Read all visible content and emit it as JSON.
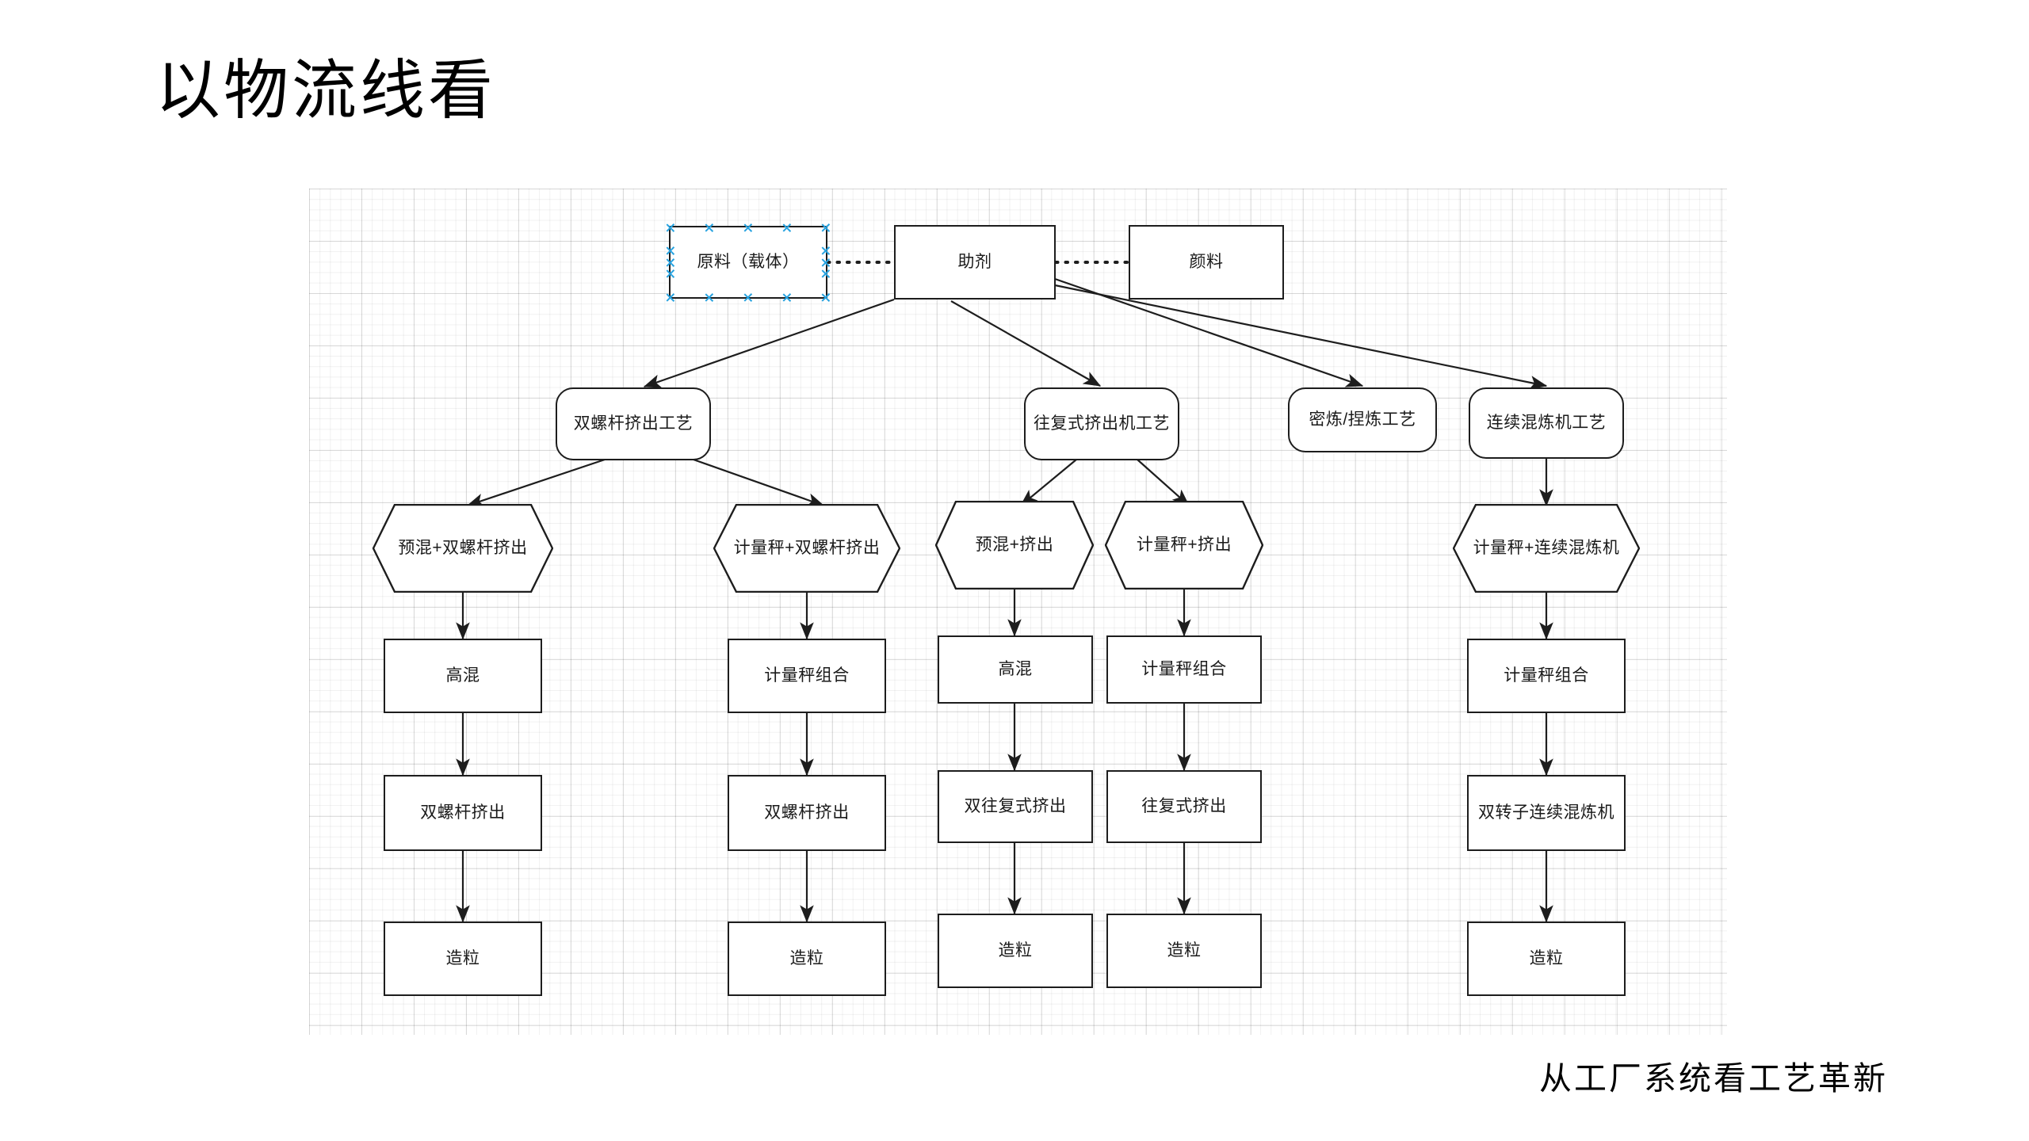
{
  "slide": {
    "title": "以物流线看",
    "footer": "从工厂系统看工艺革新"
  },
  "canvas": {
    "grid": true,
    "grid_minor_color": "#f2f2f2",
    "grid_major_color": "#e2e2e2",
    "background": "#ffffff"
  },
  "theme": {
    "stroke": "#1d1d1d",
    "fill": "#ffffff",
    "text": "#1a1a1a",
    "selection": "#29a3e0"
  },
  "nodes": {
    "raw_material": {
      "label": "原料（载体）",
      "shape": "rect",
      "selected": true
    },
    "additive": {
      "label": "助剂",
      "shape": "rect",
      "selected": false
    },
    "pigment": {
      "label": "颜料",
      "shape": "rect",
      "selected": false
    },
    "proc_twin_screw": {
      "label": "双螺杆挤出工艺",
      "shape": "rounded"
    },
    "proc_recip": {
      "label": "往复式挤出机工艺",
      "shape": "rounded"
    },
    "proc_banbury": {
      "label": "密炼/捏炼工艺",
      "shape": "rounded"
    },
    "proc_continuous": {
      "label": "连续混炼机工艺",
      "shape": "rounded"
    },
    "hex_premix_twin": {
      "label": "预混+双螺杆挤出",
      "shape": "hexagon"
    },
    "hex_scale_twin": {
      "label": "计量秤+双螺杆挤出",
      "shape": "hexagon"
    },
    "hex_premix_extrude": {
      "label": "预混+挤出",
      "shape": "hexagon"
    },
    "hex_scale_extrude": {
      "label": "计量秤+挤出",
      "shape": "hexagon"
    },
    "hex_scale_continuous": {
      "label": "计量秤+连续混炼机",
      "shape": "hexagon"
    },
    "mix_a": {
      "label": "高混",
      "shape": "rect"
    },
    "mix_b": {
      "label": "计量秤组合",
      "shape": "rect"
    },
    "mix_c": {
      "label": "高混",
      "shape": "rect"
    },
    "mix_d": {
      "label": "计量秤组合",
      "shape": "rect"
    },
    "mix_e": {
      "label": "计量秤组合",
      "shape": "rect"
    },
    "eq_a": {
      "label": "双螺杆挤出",
      "shape": "rect"
    },
    "eq_b": {
      "label": "双螺杆挤出",
      "shape": "rect"
    },
    "eq_c": {
      "label": "双往复式挤出",
      "shape": "rect"
    },
    "eq_d": {
      "label": "往复式挤出",
      "shape": "rect"
    },
    "eq_e": {
      "label": "双转子连续混炼机",
      "shape": "rect"
    },
    "pellet_a": {
      "label": "造粒",
      "shape": "rect"
    },
    "pellet_b": {
      "label": "造粒",
      "shape": "rect"
    },
    "pellet_c": {
      "label": "造粒",
      "shape": "rect"
    },
    "pellet_d": {
      "label": "造粒",
      "shape": "rect"
    },
    "pellet_e": {
      "label": "造粒",
      "shape": "rect"
    }
  },
  "edges": [
    {
      "from": "raw_material",
      "to": "additive",
      "style": "dotted",
      "arrow": false
    },
    {
      "from": "additive",
      "to": "pigment",
      "style": "dotted",
      "arrow": false
    },
    {
      "from": "additive",
      "to": "proc_twin_screw",
      "style": "solid",
      "arrow": true
    },
    {
      "from": "additive",
      "to": "proc_recip",
      "style": "solid",
      "arrow": true
    },
    {
      "from": "additive",
      "to": "proc_banbury",
      "style": "solid",
      "arrow": true
    },
    {
      "from": "additive",
      "to": "proc_continuous",
      "style": "solid",
      "arrow": true
    },
    {
      "from": "proc_twin_screw",
      "to": "hex_premix_twin",
      "style": "solid",
      "arrow": true
    },
    {
      "from": "proc_twin_screw",
      "to": "hex_scale_twin",
      "style": "solid",
      "arrow": true
    },
    {
      "from": "proc_recip",
      "to": "hex_premix_extrude",
      "style": "solid",
      "arrow": true
    },
    {
      "from": "proc_recip",
      "to": "hex_scale_extrude",
      "style": "solid",
      "arrow": true
    },
    {
      "from": "proc_continuous",
      "to": "hex_scale_continuous",
      "style": "solid",
      "arrow": true
    },
    {
      "from": "hex_premix_twin",
      "to": "mix_a",
      "style": "solid",
      "arrow": true
    },
    {
      "from": "hex_scale_twin",
      "to": "mix_b",
      "style": "solid",
      "arrow": true
    },
    {
      "from": "hex_premix_extrude",
      "to": "mix_c",
      "style": "solid",
      "arrow": true
    },
    {
      "from": "hex_scale_extrude",
      "to": "mix_d",
      "style": "solid",
      "arrow": true
    },
    {
      "from": "hex_scale_continuous",
      "to": "mix_e",
      "style": "solid",
      "arrow": true
    },
    {
      "from": "mix_a",
      "to": "eq_a",
      "style": "solid",
      "arrow": true
    },
    {
      "from": "mix_b",
      "to": "eq_b",
      "style": "solid",
      "arrow": true
    },
    {
      "from": "mix_c",
      "to": "eq_c",
      "style": "solid",
      "arrow": true
    },
    {
      "from": "mix_d",
      "to": "eq_d",
      "style": "solid",
      "arrow": true
    },
    {
      "from": "mix_e",
      "to": "eq_e",
      "style": "solid",
      "arrow": true
    },
    {
      "from": "eq_a",
      "to": "pellet_a",
      "style": "solid",
      "arrow": true
    },
    {
      "from": "eq_b",
      "to": "pellet_b",
      "style": "solid",
      "arrow": true
    },
    {
      "from": "eq_c",
      "to": "pellet_c",
      "style": "solid",
      "arrow": true
    },
    {
      "from": "eq_d",
      "to": "pellet_d",
      "style": "solid",
      "arrow": true
    },
    {
      "from": "eq_e",
      "to": "pellet_e",
      "style": "solid",
      "arrow": true
    }
  ]
}
